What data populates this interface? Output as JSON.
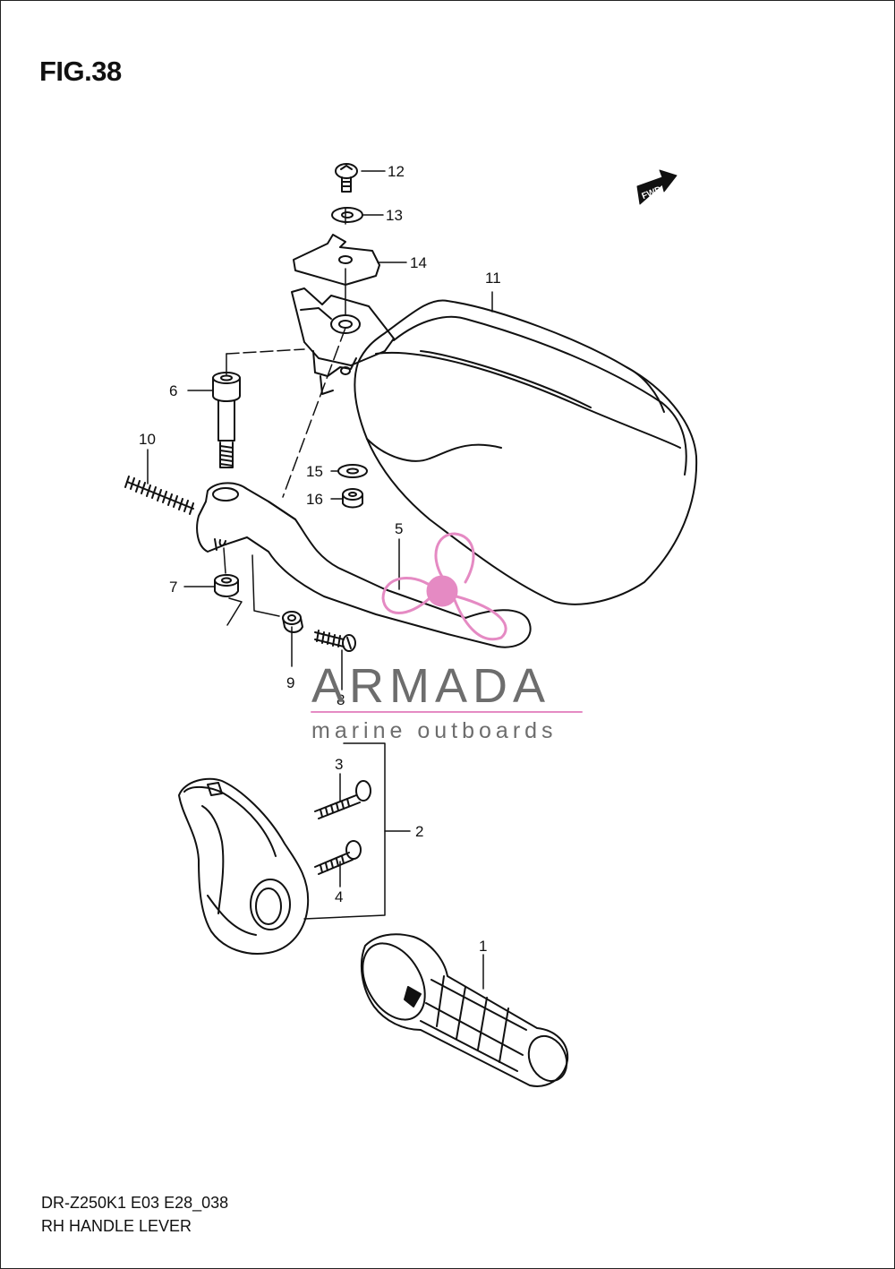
{
  "figure": {
    "title": "FIG.38",
    "footer_code": "DR-Z250K1 E03 E28_038",
    "footer_name": "RH HANDLE LEVER"
  },
  "direction_badge": {
    "label": "FWD",
    "icon": "fwd-arrow-icon"
  },
  "watermark": {
    "brand": "ARMADA",
    "tagline": "marine outboards",
    "logo_icon": "propeller-icon",
    "accent_color": "#e58ac3",
    "text_color": "#6d6d6d"
  },
  "callouts": {
    "c1": "1",
    "c2": "2",
    "c3": "3",
    "c4": "4",
    "c5": "5",
    "c6": "6",
    "c7": "7",
    "c8": "8",
    "c9": "9",
    "c10": "10",
    "c11": "11",
    "c12": "12",
    "c13": "13",
    "c14": "14",
    "c15": "15",
    "c16": "16"
  }
}
